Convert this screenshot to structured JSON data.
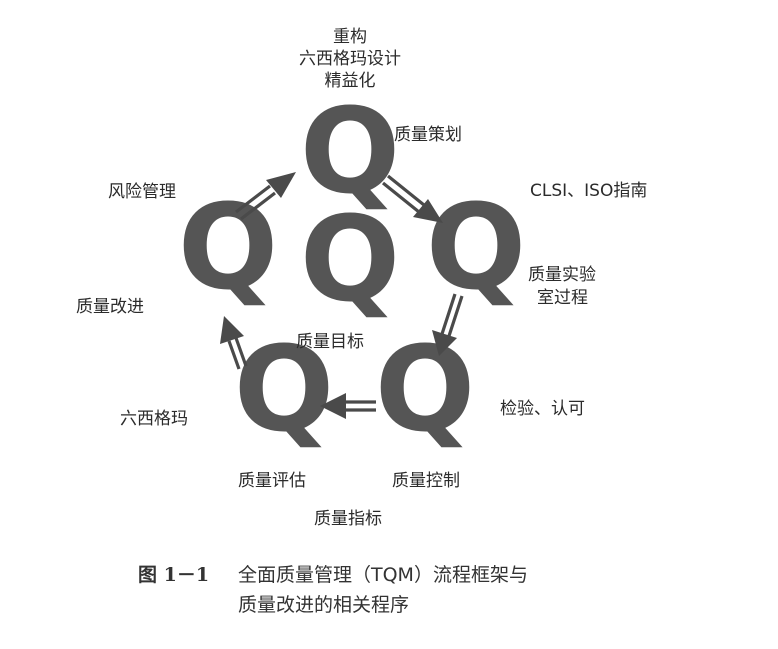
{
  "nodes": [
    {
      "id": "top",
      "glyph": "Q"
    },
    {
      "id": "right",
      "glyph": "Q"
    },
    {
      "id": "bright",
      "glyph": "Q"
    },
    {
      "id": "bleft",
      "glyph": "Q"
    },
    {
      "id": "left",
      "glyph": "Q"
    },
    {
      "id": "center",
      "glyph": "Q"
    }
  ],
  "labels": {
    "top_line1": "重构",
    "top_line2": "六西格玛设计",
    "top_line3": "精益化",
    "quality_planning": "质量策划",
    "clsi_iso": "CLSI、ISO指南",
    "lab_process_line1": "质量实验",
    "lab_process_line2": "室过程",
    "inspection_accreditation": "检验、认可",
    "quality_control": "质量控制",
    "quality_indicators": "质量指标",
    "quality_assessment": "质量评估",
    "six_sigma": "六西格玛",
    "quality_improvement": "质量改进",
    "risk_management": "风险管理",
    "quality_goals": "质量目标"
  },
  "caption": {
    "number": "图 1－1",
    "line1": "全面质量管理（TQM）流程框架与",
    "line2": "质量改进的相关程序"
  },
  "colors": {
    "glyph": "#555555",
    "arrow": "#4a4a4a",
    "text": "#2b2b2b"
  }
}
